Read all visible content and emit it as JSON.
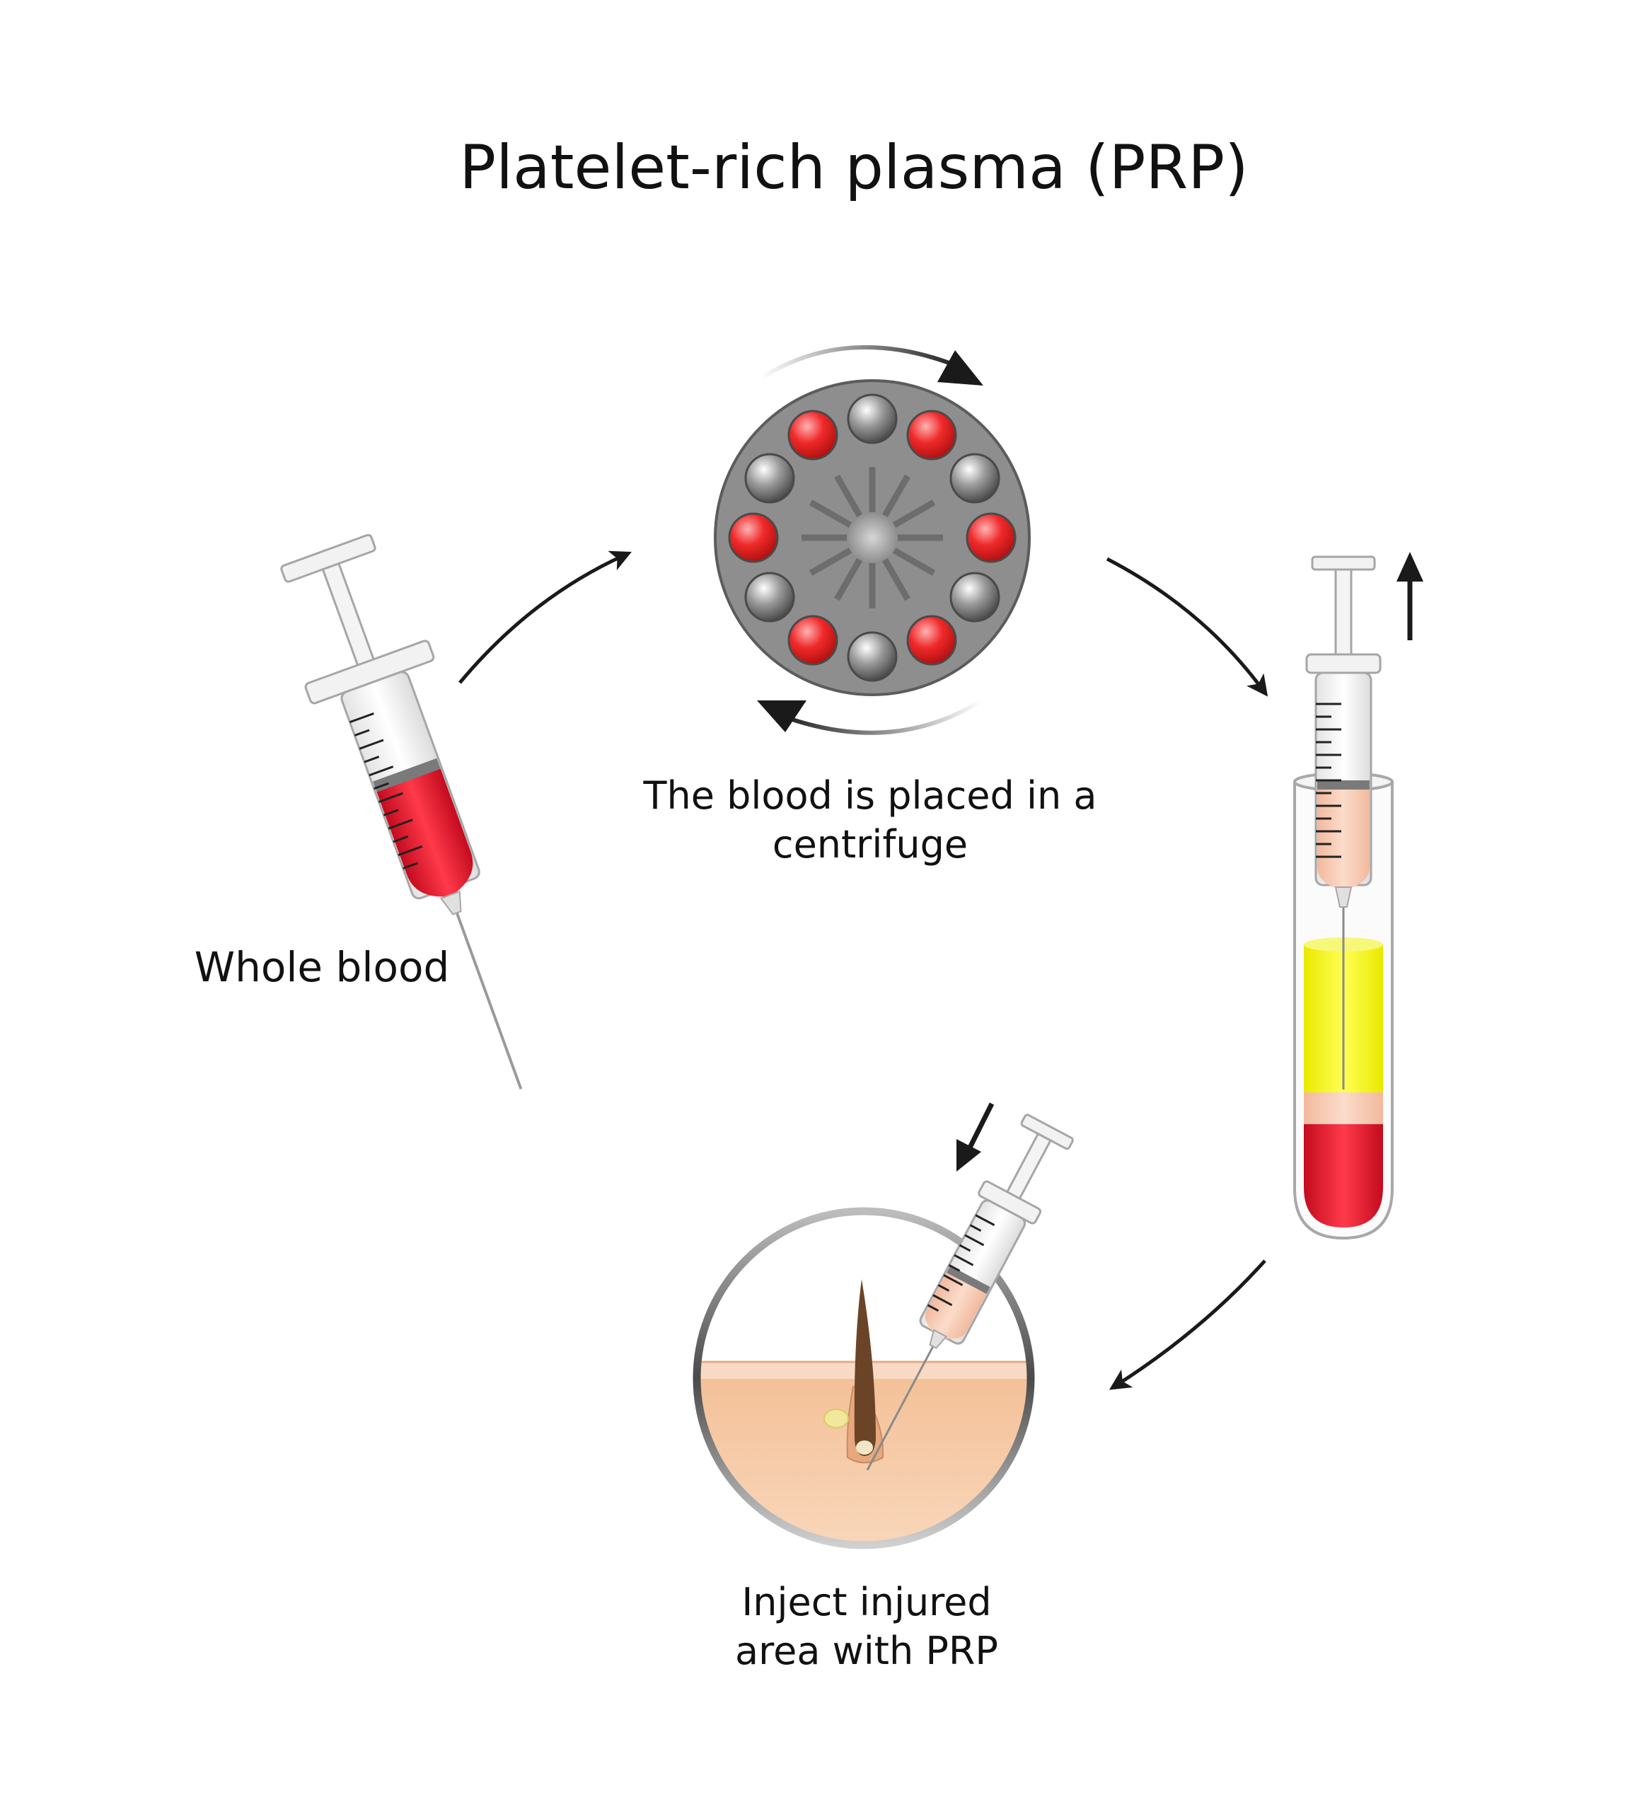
{
  "title": "Platelet-rich plasma (PRP)",
  "steps": {
    "whole_blood": "Whole blood",
    "centrifuge_line1": "The blood is placed in a",
    "centrifuge_line2": "centrifuge",
    "inject_line1": "Inject injured",
    "inject_line2": "area with PRP"
  },
  "colors": {
    "blood_red": "#e8102a",
    "plasma_yellow": "#ffff1a",
    "prp_peach": "#f7c9b2",
    "centrifuge_grey": "#8e8e8e",
    "skin": "#f6c49c",
    "hair": "#6b4427",
    "arrow": "#1a1a1a"
  }
}
